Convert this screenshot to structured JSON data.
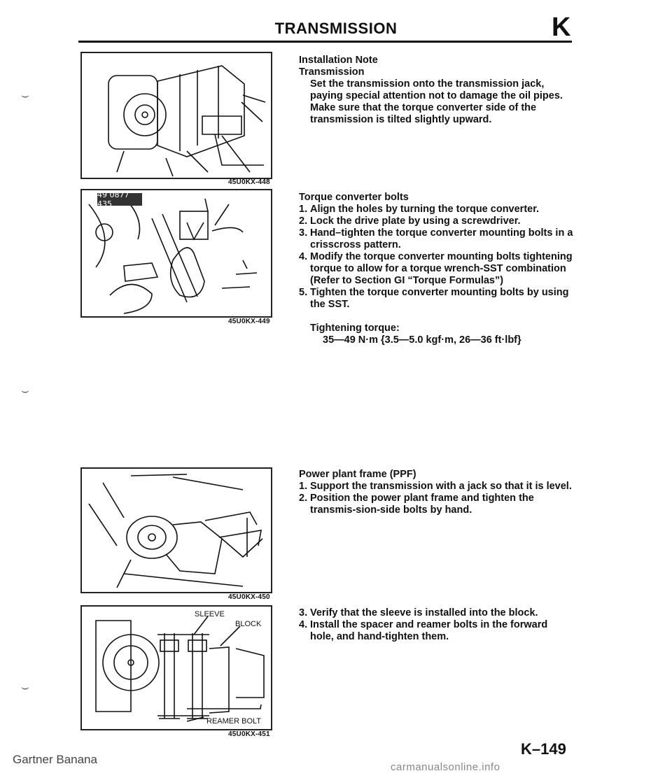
{
  "header": {
    "title": "TRANSMISSION",
    "section_letter": "K"
  },
  "figures": [
    {
      "code": "45U0KX-448"
    },
    {
      "code": "45U0KX-449",
      "tag": "49 0877 435"
    },
    {
      "code": "45U0KX-450"
    },
    {
      "code": "45U0KX-451",
      "labels": [
        "SLEEVE",
        "BLOCK",
        "REAMER BOLT"
      ]
    }
  ],
  "installation": {
    "heading": "Installation Note",
    "subheading": "Transmission",
    "body": "Set the transmission onto the transmission jack, paying special attention not to damage the oil pipes. Make sure that the torque converter side of the transmission is tilted slightly upward."
  },
  "torque_converter": {
    "heading": "Torque converter bolts",
    "steps": [
      {
        "num": "1.",
        "text": "Align the holes by turning the torque converter."
      },
      {
        "num": "2.",
        "text": "Lock the drive plate by using a screwdriver."
      },
      {
        "num": "3.",
        "text": "Hand–tighten the torque converter mounting bolts in a crisscross pattern."
      },
      {
        "num": "4.",
        "text": "Modify the torque converter mounting bolts tightening torque to allow for a torque wrench-SST combination (Refer to Section GI “Torque Formulas”)"
      },
      {
        "num": "5.",
        "text": "Tighten the torque converter mounting bolts by using the SST."
      }
    ],
    "spec_label": "Tightening torque:",
    "spec_value": "35—49 N·m {3.5—5.0 kgf·m, 26—36 ft·lbf}"
  },
  "ppf": {
    "heading": "Power plant frame (PPF)",
    "steps": [
      {
        "num": "1.",
        "text": "Support the transmission with a jack so that it is level."
      },
      {
        "num": "2.",
        "text": "Position the power plant frame and tighten the transmis-sion-side bolts by hand."
      }
    ]
  },
  "sleeve": {
    "steps": [
      {
        "num": "3.",
        "text": "Verify that the sleeve is installed into the block."
      },
      {
        "num": "4.",
        "text": "Install the spacer and reamer bolts in the forward hole, and hand-tighten them."
      }
    ]
  },
  "footer": {
    "left_text": "Gartner Banana",
    "page_number": "K–149",
    "watermark": "carmanualsonline.info"
  }
}
